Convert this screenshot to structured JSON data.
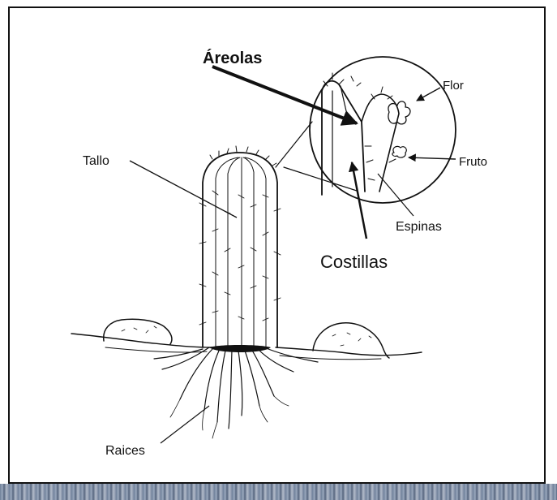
{
  "labels": {
    "areolas": "Áreolas",
    "flor": "Flor",
    "tallo": "Tallo",
    "fruto": "Fruto",
    "espinas": "Espinas",
    "costillas": "Costillas",
    "raices": "Raices"
  }
}
